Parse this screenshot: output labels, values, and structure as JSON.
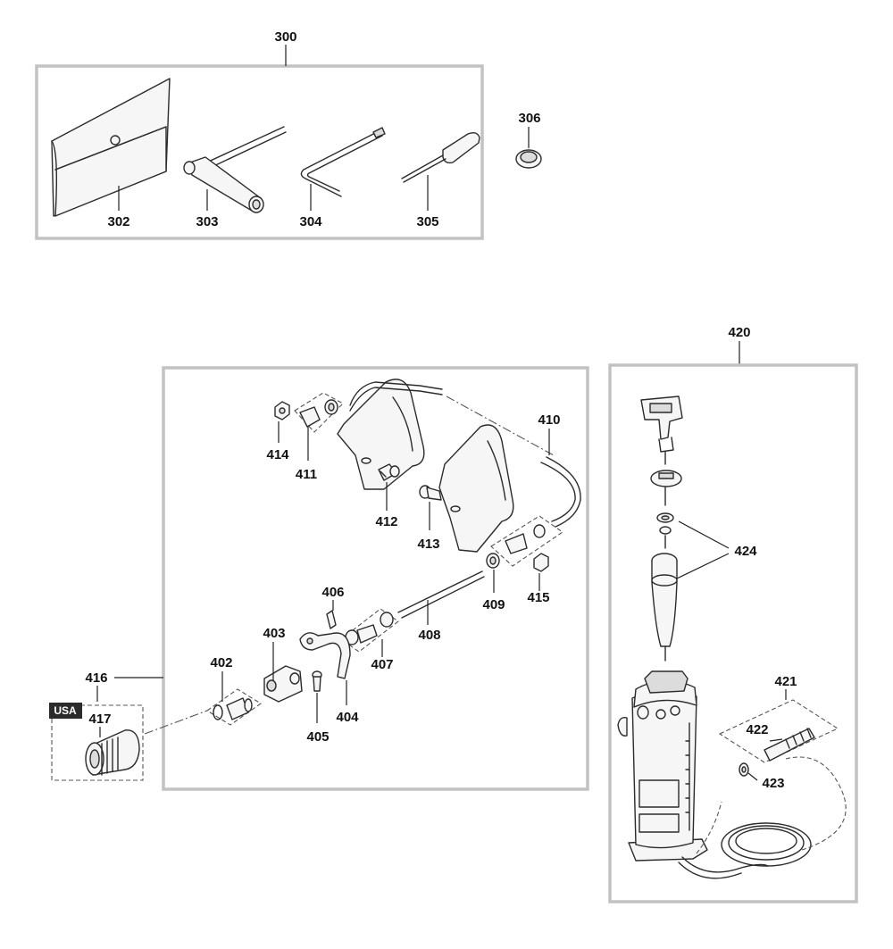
{
  "labels": {
    "p300": "300",
    "p302": "302",
    "p303": "303",
    "p304": "304",
    "p305": "305",
    "p306": "306",
    "p402": "402",
    "p403": "403",
    "p404": "404",
    "p405": "405",
    "p406": "406",
    "p407": "407",
    "p408": "408",
    "p409": "409",
    "p410": "410",
    "p411": "411",
    "p412": "412",
    "p413": "413",
    "p414": "414",
    "p415": "415",
    "p416": "416",
    "p417": "417",
    "p420": "420",
    "p421": "421",
    "p422": "422",
    "p423": "423",
    "p424": "424"
  },
  "region_badge": "USA",
  "colors": {
    "frame": "#c2c2c2",
    "ink": "#2b2b2b",
    "badge": "#2b2b2b"
  }
}
